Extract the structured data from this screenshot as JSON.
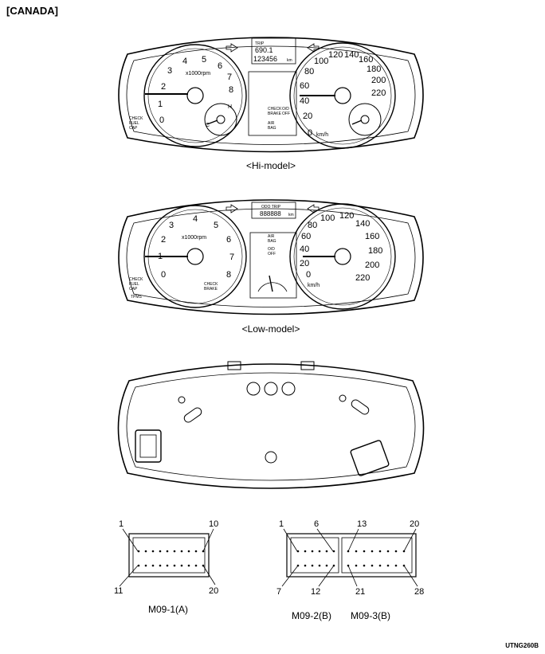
{
  "region_title": "[CANADA]",
  "hi_model": {
    "caption": "<Hi-model>",
    "tach_unit": "x1000rpm",
    "tach_ticks": [
      "0",
      "1",
      "2",
      "3",
      "4",
      "5",
      "6",
      "7",
      "8"
    ],
    "speed_outer_ticks": [
      "0",
      "20",
      "40",
      "60",
      "80",
      "100",
      "120",
      "140",
      "160",
      "180",
      "200",
      "220"
    ],
    "speed_unit": "km/h",
    "odo_trip_label": "TRIP",
    "odo_trip_value": "690.1",
    "odo_total_value": "123456",
    "odo_km": "km",
    "check_fuel_cap": [
      "CHECK",
      "FUEL",
      "CAP"
    ],
    "check_brake": [
      "CHECK",
      "BRAKE"
    ],
    "od_off": [
      "O/D",
      "OFF"
    ],
    "air_bag": [
      "AIR",
      "BAG"
    ],
    "temp_labels": [
      "H",
      "C"
    ]
  },
  "low_model": {
    "caption": "<Low-model>",
    "tach_unit": "x1000rpm",
    "tach_ticks": [
      "0",
      "1",
      "2",
      "3",
      "4",
      "5",
      "6",
      "7",
      "8"
    ],
    "speed_outer_ticks": [
      "0",
      "20",
      "40",
      "60",
      "80",
      "100",
      "120",
      "140",
      "160",
      "180",
      "200",
      "220"
    ],
    "speed_unit": "km/h",
    "odo_labels": "ODO TRIP",
    "odo_value": "888888",
    "odo_km": "km",
    "check_fuel_cap": [
      "CHECK",
      "FUEL",
      "CAP"
    ],
    "check_brake": [
      "CHECK",
      "BRAKE"
    ],
    "od_off": [
      "O/D",
      "OFF"
    ],
    "air_bag": [
      "AIR",
      "BAG"
    ],
    "tpms": "TPMS"
  },
  "connectors": {
    "a": {
      "label": "M09-1(A)",
      "top_pins": [
        "1",
        "10"
      ],
      "bottom_pins": [
        "11",
        "20"
      ]
    },
    "b": {
      "label": "M09-2(B)",
      "top_pins": [
        "1",
        "6"
      ],
      "bottom_pins": [
        "7",
        "12"
      ]
    },
    "c": {
      "label": "M09-3(B)",
      "top_pins": [
        "13",
        "20"
      ],
      "bottom_pins": [
        "21",
        "28"
      ]
    }
  },
  "doc_code": "UTNG260B"
}
